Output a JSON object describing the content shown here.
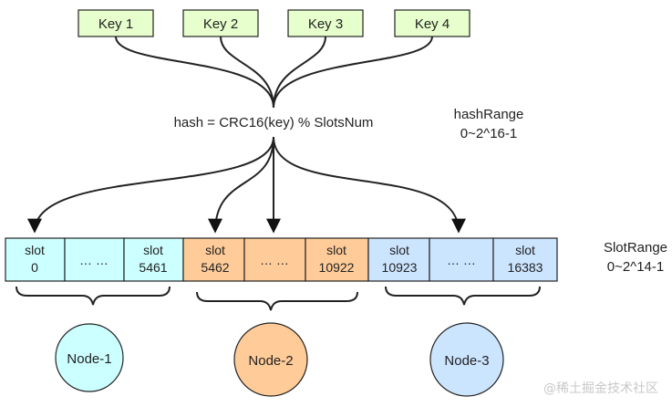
{
  "keys": [
    "Key 1",
    "Key 2",
    "Key 3",
    "Key 4"
  ],
  "hash_formula": "hash = CRC16(key) % SlotsNum",
  "hash_range": {
    "title": "hashRange",
    "value": "0~2^16-1"
  },
  "slot_range": {
    "title": "SlotRange",
    "value": "0~2^14-1"
  },
  "slot_groups": [
    {
      "color": "#ccffff",
      "cells": [
        {
          "top": "slot",
          "bottom": "0"
        },
        {
          "top": "… …",
          "bottom": ""
        },
        {
          "top": "slot",
          "bottom": "5461"
        }
      ]
    },
    {
      "color": "#ffcc99",
      "cells": [
        {
          "top": "slot",
          "bottom": "5462"
        },
        {
          "top": "… …",
          "bottom": ""
        },
        {
          "top": "slot",
          "bottom": "10922"
        }
      ]
    },
    {
      "color": "#cce5ff",
      "cells": [
        {
          "top": "slot",
          "bottom": "10923"
        },
        {
          "top": "… …",
          "bottom": ""
        },
        {
          "top": "slot",
          "bottom": "16383"
        }
      ]
    }
  ],
  "nodes": [
    {
      "label": "Node-1",
      "color": "#ccffff"
    },
    {
      "label": "Node-2",
      "color": "#ffcc99"
    },
    {
      "label": "Node-3",
      "color": "#cce5ff"
    }
  ],
  "key_color": "#e6ffcc",
  "watermark": "@稀土掘金技术社区"
}
